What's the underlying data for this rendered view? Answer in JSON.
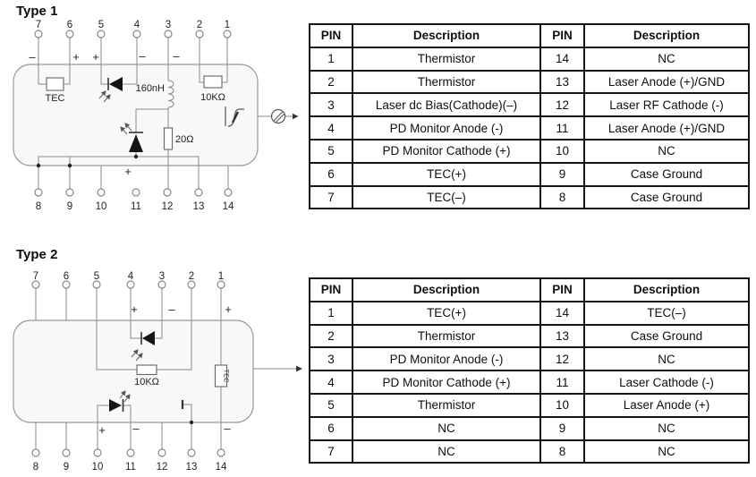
{
  "titles": {
    "type1": "Type 1",
    "type2": "Type 2"
  },
  "type1": {
    "pins_top": [
      "7",
      "6",
      "5",
      "4",
      "3",
      "2",
      "1"
    ],
    "pins_bottom": [
      "8",
      "9",
      "10",
      "11",
      "12",
      "13",
      "14"
    ],
    "polarity": {
      "p7": "–",
      "p6": "+",
      "p5": "+",
      "p4": "–",
      "p3": "–",
      "p11": "+"
    },
    "components": {
      "tec": "TEC",
      "inductor": "160nH",
      "rf_resistor": "20Ω",
      "thermistor": "10KΩ"
    },
    "table": {
      "headers": [
        "PIN",
        "Description",
        "PIN",
        "Description"
      ],
      "rows": [
        [
          "1",
          "Thermistor",
          "14",
          "NC"
        ],
        [
          "2",
          "Thermistor",
          "13",
          "Laser Anode (+)/GND"
        ],
        [
          "3",
          "Laser dc Bias(Cathode)(–)",
          "12",
          "Laser RF Cathode (-)"
        ],
        [
          "4",
          "PD Monitor Anode (-)",
          "11",
          "Laser Anode (+)/GND"
        ],
        [
          "5",
          "PD Monitor Cathode (+)",
          "10",
          "NC"
        ],
        [
          "6",
          "TEC(+)",
          "9",
          "Case Ground"
        ],
        [
          "7",
          "TEC(–)",
          "8",
          "Case Ground"
        ]
      ]
    }
  },
  "type2": {
    "pins_top": [
      "7",
      "6",
      "5",
      "4",
      "3",
      "2",
      "1"
    ],
    "pins_bottom": [
      "8",
      "9",
      "10",
      "11",
      "12",
      "13",
      "14"
    ],
    "polarity": {
      "p4": "+",
      "p3": "–",
      "p1": "+",
      "p10": "+",
      "p11": "–",
      "p14": "–"
    },
    "components": {
      "thermistor": "10KΩ",
      "tec": "TEC"
    },
    "table": {
      "headers": [
        "PIN",
        "Description",
        "PIN",
        "Description"
      ],
      "rows": [
        [
          "1",
          "TEC(+)",
          "14",
          "TEC(–)"
        ],
        [
          "2",
          "Thermistor",
          "13",
          "Case Ground"
        ],
        [
          "3",
          "PD Monitor Anode (-)",
          "12",
          "NC"
        ],
        [
          "4",
          "PD Monitor Cathode (+)",
          "11",
          "Laser Cathode (-)"
        ],
        [
          "5",
          "Thermistor",
          "10",
          "Laser Anode (+)"
        ],
        [
          "6",
          "NC",
          "9",
          "NC"
        ],
        [
          "7",
          "NC",
          "8",
          "NC"
        ]
      ]
    }
  }
}
